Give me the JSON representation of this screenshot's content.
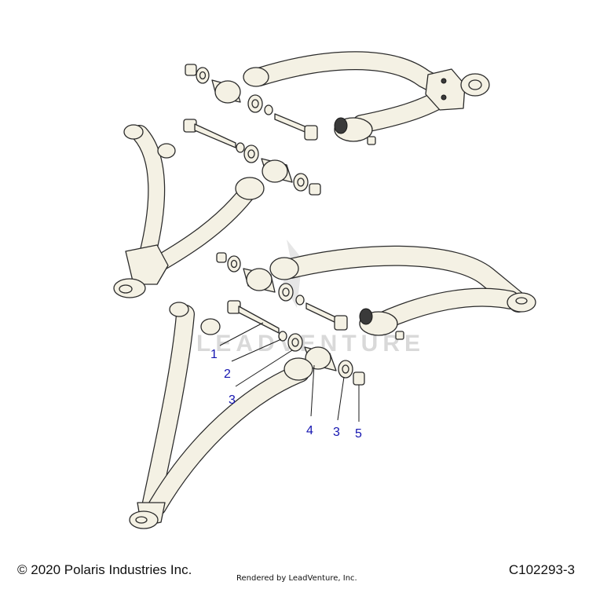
{
  "diagram": {
    "watermark": "LEADVENTURE",
    "callouts": [
      "1",
      "2",
      "3",
      "4",
      "3",
      "5"
    ]
  },
  "footer": {
    "copyright": "© 2020 Polaris Industries Inc.",
    "rendered_by": "Rendered by LeadVenture, Inc.",
    "figure_id": "C102293-3"
  }
}
